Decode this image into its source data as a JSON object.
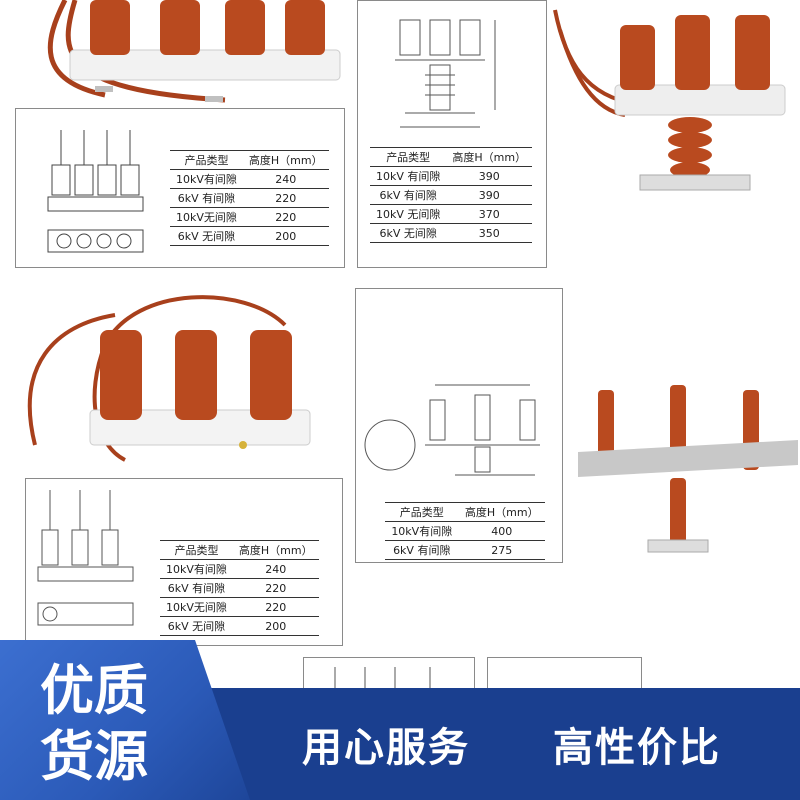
{
  "tables": {
    "t1": {
      "header": [
        "产品类型",
        "高度H（mm）"
      ],
      "rows": [
        [
          "10kV有间隙",
          "240"
        ],
        [
          "6kV 有间隙",
          "220"
        ],
        [
          "10kV无间隙",
          "220"
        ],
        [
          "6kV 无间隙",
          "200"
        ]
      ]
    },
    "t2": {
      "header": [
        "产品类型",
        "高度H（mm）"
      ],
      "rows": [
        [
          "10kV 有间隙",
          "390"
        ],
        [
          "6kV 有间隙",
          "390"
        ],
        [
          "10kV 无间隙",
          "370"
        ],
        [
          "6kV 无间隙",
          "350"
        ]
      ]
    },
    "t3": {
      "header": [
        "产品类型",
        "高度H（mm）"
      ],
      "rows": [
        [
          "10kV有间隙",
          "400"
        ],
        [
          "6kV 有间隙",
          "275"
        ]
      ]
    },
    "t4": {
      "header": [
        "产品类型",
        "高度H（mm）"
      ],
      "rows": [
        [
          "10kV有间隙",
          "240"
        ],
        [
          "6kV 有间隙",
          "220"
        ],
        [
          "10kV无间隙",
          "220"
        ],
        [
          "6kV 无间隙",
          "200"
        ]
      ]
    }
  },
  "banner": {
    "badge_line1": "优质",
    "badge_line2": "货源",
    "slogan1": "用心服务",
    "slogan2": "高性价比"
  },
  "colors": {
    "arrester_body": "#b94a1f",
    "cable": "#a8401c",
    "banner_bg": "#1a3f8f",
    "badge_bg": "#2f62c4"
  }
}
